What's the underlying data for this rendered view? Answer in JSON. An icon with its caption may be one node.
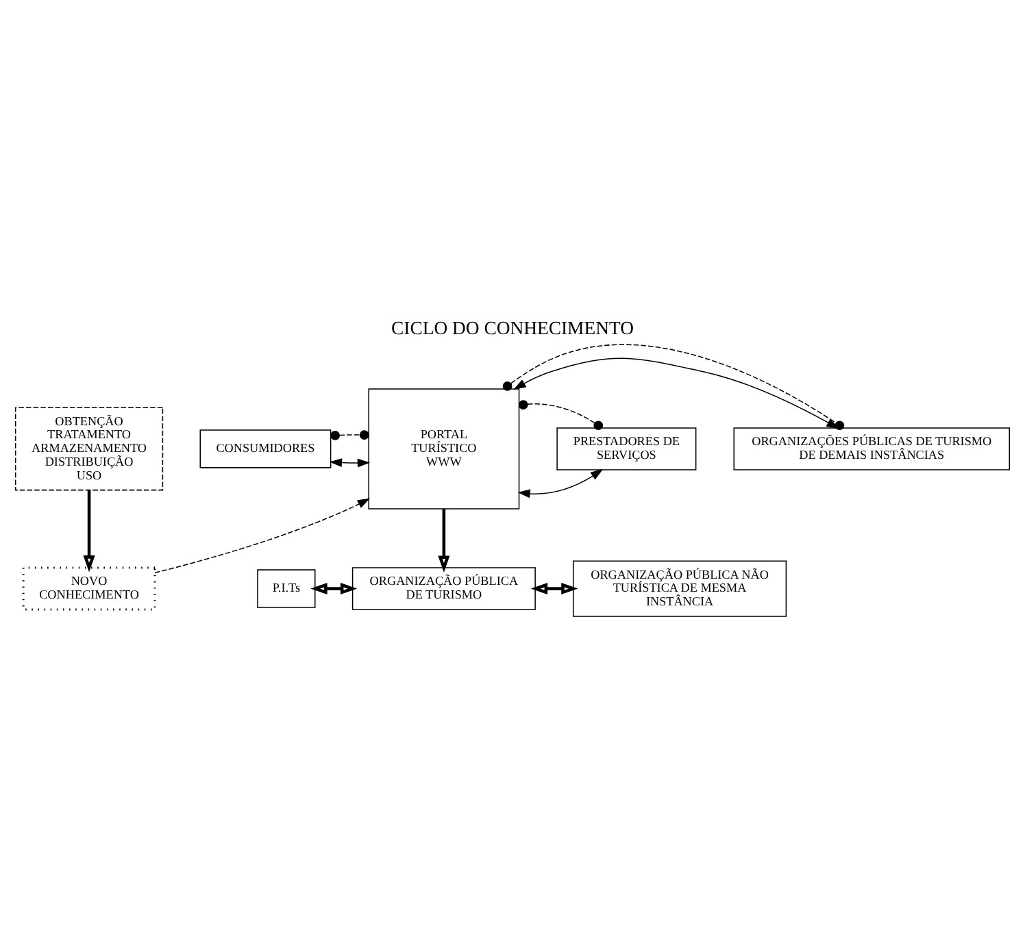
{
  "diagram": {
    "title": "CICLO DO CONHECIMENTO",
    "nodes": [
      {
        "text": [
          "PORTAL TURÍSTICO WWW"
        ]
      },
      {
        "text": [
          "CONSUMIDORES"
        ]
      },
      {
        "text": [
          "ORGANIZAÇÕES PÚBLICAS DE TURISMO DE DEMAIS INSTÂNCIAS"
        ]
      },
      {
        "text": [
          "PRESTADORES DE SERVIÇOS"
        ]
      },
      {
        "text": [
          "P.I.Ts"
        ]
      },
      {
        "text": [
          "ORGANIZAÇÃO PÚBLICA DE TURISMO"
        ]
      },
      {
        "text": [
          "ORGANIZAÇÃO PÚBLICA NÃO TURÍSTICA DE MESMA INSTÂNCIA"
        ]
      },
      {
        "text": [
          "OBTENÇÃO TRATAMENTO ARMAZENAMENTO DISTRIBUIÇÃO USO"
        ]
      },
      {
        "text": [
          "NOVO CONHECIMENTO"
        ]
      }
    ],
    "edges": [
      {
        "from": 1,
        "to": 0,
        "arrow": "both"
      },
      {
        "from": 1,
        "to": 0,
        "arrow": "other",
        "style": "dashed"
      },
      {
        "from": 0,
        "to": 2,
        "arrow": "both"
      },
      {
        "from": 0,
        "to": 2,
        "arrow": "other",
        "style": "dashed"
      },
      {
        "from": 0,
        "to": 3,
        "arrow": "both"
      },
      {
        "from": 0,
        "to": 3,
        "arrow": "other",
        "style": "dashed"
      },
      {
        "from": 0,
        "to": 5,
        "arrow": "to",
        "style": "thick"
      },
      {
        "from": 4,
        "to": 5,
        "arrow": "both",
        "style": "thick"
      },
      {
        "from": 5,
        "to": 6,
        "arrow": "both",
        "style": "thick"
      },
      {
        "from": 7,
        "to": 8,
        "arrow": "to",
        "style": "thick"
      },
      {
        "from": 8,
        "to": 0,
        "arrow": "to",
        "style": "dashed"
      }
    ]
  }
}
